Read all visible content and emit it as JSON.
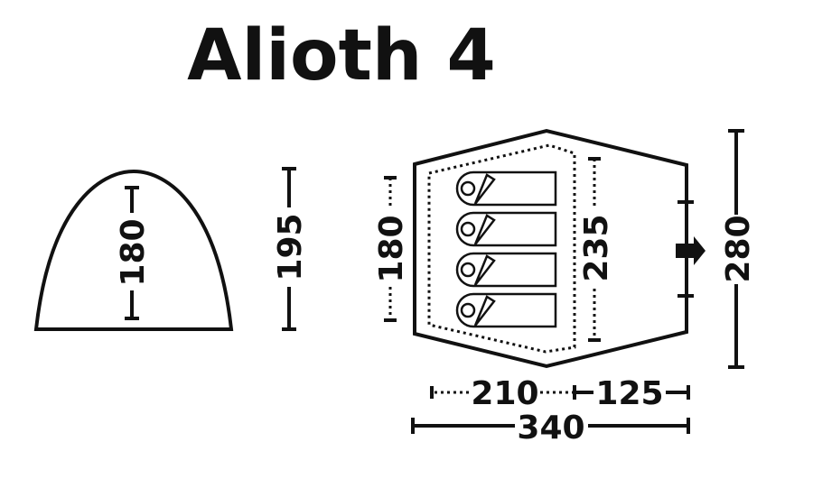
{
  "title": "Alioth 4",
  "side_view": {
    "inner_height": "180",
    "outer_height": "195"
  },
  "floor_plan": {
    "inner_width": "180",
    "inner_length_side": "235",
    "outer_width": "280",
    "inner_length": "210",
    "vestibule_length": "125",
    "total_length": "340",
    "sleeping_places": 4
  }
}
